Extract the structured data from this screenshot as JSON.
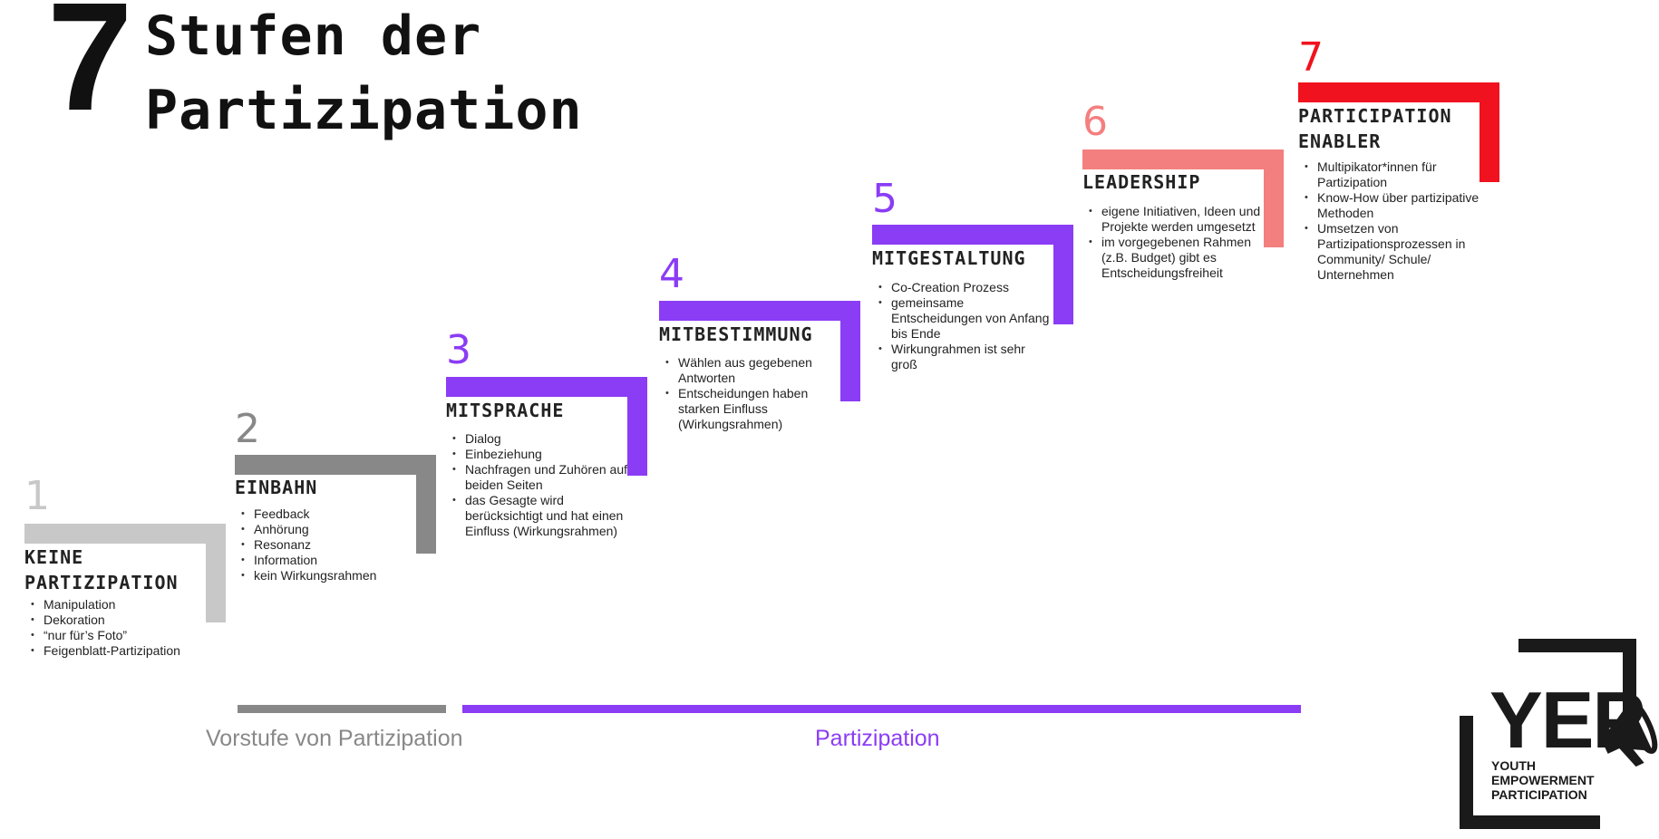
{
  "title": {
    "number": "7",
    "line1": "Stufen der",
    "line2": "Partizipation"
  },
  "stages": [
    {
      "number": "1",
      "heading_line1": "KEINE",
      "heading_line2": "PARTIZIPATION",
      "color": "#c8c8c8",
      "items": [
        "Manipulation",
        "Dekoration",
        "“nur für’s Foto”",
        "Feigenblatt-Partizipation"
      ]
    },
    {
      "number": "2",
      "heading_line1": "EINBAHN",
      "heading_line2": "",
      "color": "#888888",
      "items": [
        "Feedback",
        "Anhörung",
        "Resonanz",
        "Information",
        "kein Wirkungsrahmen"
      ]
    },
    {
      "number": "3",
      "heading_line1": "MITSPRACHE",
      "heading_line2": "",
      "color": "#8b3cf5",
      "items": [
        "Dialog",
        "Einbeziehung",
        "Nachfragen und Zuhören auf beiden Seiten",
        "das Gesagte wird berücksichtigt und hat einen Einfluss (Wirkungsrahmen)"
      ]
    },
    {
      "number": "4",
      "heading_line1": "MITBESTIMMUNG",
      "heading_line2": "",
      "color": "#8b3cf5",
      "items": [
        "Wählen aus gegebenen Antworten",
        "Entscheidungen haben starken Einfluss (Wirkungsrahmen)"
      ]
    },
    {
      "number": "5",
      "heading_line1": "MITGESTALTUNG",
      "heading_line2": "",
      "color": "#8b3cf5",
      "items": [
        "Co-Creation Prozess",
        "gemeinsame Entscheidungen von Anfang bis Ende",
        "Wirkungrahmen ist sehr groß"
      ]
    },
    {
      "number": "6",
      "heading_line1": "LEADERSHIP",
      "heading_line2": "",
      "color": "#f47f7f",
      "items": [
        "eigene Initiativen, Ideen und Projekte werden umgesetzt",
        "im vorgegebenen Rahmen (z.B. Budget) gibt es Entscheidungsfreiheit"
      ]
    },
    {
      "number": "7",
      "heading_line1": "PARTICIPATION",
      "heading_line2": "ENABLER",
      "color": "#f0121e",
      "items": [
        "Multipikator*innen für Partizipation",
        "Know-How über partizipative Methoden",
        "Umsetzen von Partizipationsprozessen in Community/ Schule/ Unternehmen"
      ]
    }
  ],
  "bottom": {
    "pre_label": "Vorstufe von Partizipation",
    "pre_color": "#888888",
    "main_label": "Partizipation",
    "main_color": "#8b3cf5"
  },
  "logo": {
    "letters": "YEP",
    "line1": "YOUTH",
    "line2": "EMPOWERMENT",
    "line3": "PARTICIPATION",
    "icon": "megaphone-icon"
  }
}
